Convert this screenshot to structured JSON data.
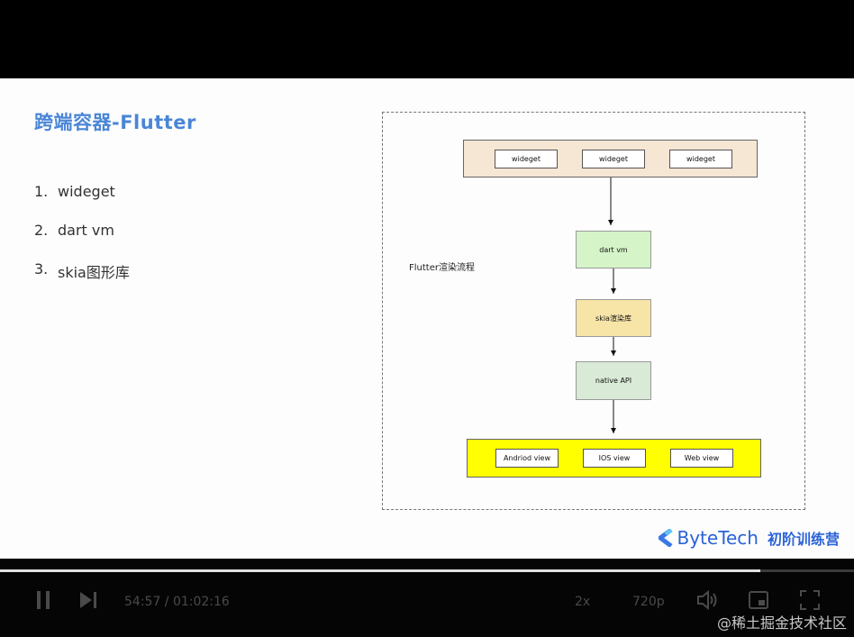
{
  "slide": {
    "title": "跨端容器-Flutter",
    "bullets": [
      {
        "num": "1.",
        "text": "wideget"
      },
      {
        "num": "2.",
        "text": "dart vm"
      },
      {
        "num": "3.",
        "text": "skia图形库"
      }
    ]
  },
  "diagram": {
    "label": "Flutter渲染流程",
    "widgets": [
      "wideget",
      "wideget",
      "wideget"
    ],
    "dart_vm": "dart vm",
    "skia": "skia渲染库",
    "native_api": "native  API",
    "views": [
      "Andriod view",
      "IOS view",
      "Web view"
    ]
  },
  "brand": {
    "name": "ByteTech",
    "subtitle": "初阶训练营"
  },
  "player": {
    "time": "54:57 / 01:02:16",
    "speed": "2x",
    "quality": "720p",
    "progress": 0.89,
    "watermark": "@稀土掘金技术社区"
  },
  "colors": {
    "title": "#4a86d6",
    "widget_layer": "#f6e6d4",
    "dart_vm": "#d5f5c8",
    "skia": "#f7e5a8",
    "native_api": "#d9ead6",
    "platform_layer": "#ffff00",
    "brand": "#2a62d8"
  }
}
